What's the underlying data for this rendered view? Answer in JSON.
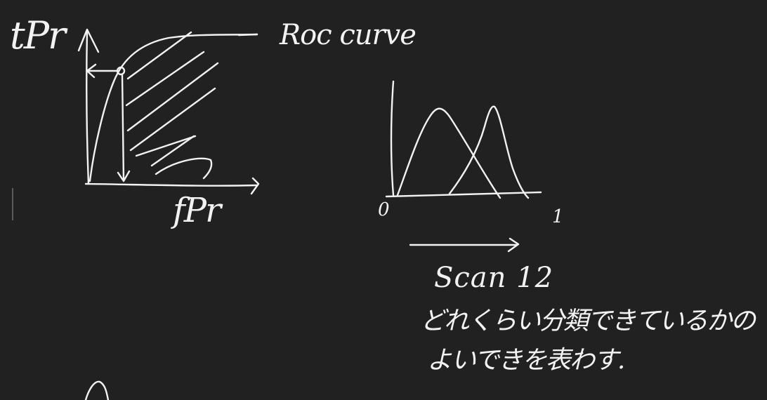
{
  "roc_sketch": {
    "y_label": "tPr",
    "x_label": "fPr",
    "curve_label": "Roc curve"
  },
  "distribution_sketch": {
    "x_start_label": "0",
    "x_end_label": "1"
  },
  "annotation": {
    "scan_text": "Scan 12",
    "line1": "どれくらい分類できているかの",
    "line2": "よいできを表わす."
  }
}
